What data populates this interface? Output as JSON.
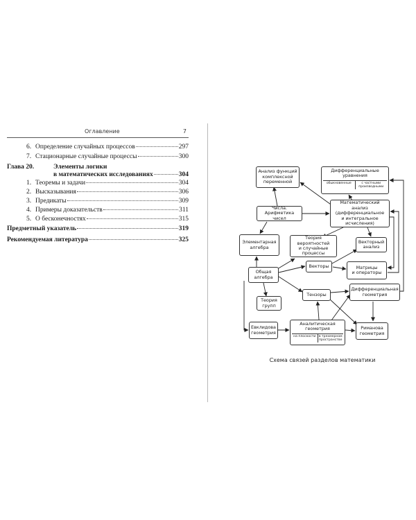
{
  "header": {
    "title": "Оглавление",
    "page": "7"
  },
  "toc": {
    "items": [
      {
        "num": "6.",
        "text": "Определение случайных процессов",
        "page": "297"
      },
      {
        "num": "7.",
        "text": "Стационарные случайные процессы",
        "page": "300"
      }
    ],
    "chapter": {
      "label": "Глава 20.",
      "title_line1": "Элементы логики",
      "title_line2": "в математических исследованиях",
      "page": "304",
      "items": [
        {
          "num": "1.",
          "text": "Теоремы и задачи",
          "page": "304"
        },
        {
          "num": "2.",
          "text": "Высказывания",
          "page": "306"
        },
        {
          "num": "3.",
          "text": "Предикаты",
          "page": "309"
        },
        {
          "num": "4.",
          "text": "Примеры доказательств",
          "page": "311"
        },
        {
          "num": "5.",
          "text": "О бесконечностях",
          "page": "315"
        }
      ]
    },
    "subject_index": {
      "text": "Предметный указатель",
      "page": "319"
    },
    "literature": {
      "text": "Рекомендуемая литература",
      "page": "325"
    }
  },
  "diagram": {
    "caption": "Схема связей разделов математики",
    "nodes": {
      "complex": "Анализ функций\nкомплексной\nпеременной",
      "diffeq": "Дифференциальные\nуравнения",
      "diffeq_ordinary": "обыкновенные",
      "diffeq_partial": "с частными\nпроизводными",
      "numbers": "Числа.\nАрифметика чисел",
      "analysis": "Математический анализ\n(дифференциальное\nи интегральное\nисчисления)",
      "elem_algebra": "Элементарная\nалгебра",
      "probability": "Теория вероятностей\nи случайные\nпроцессы",
      "vector_analysis": "Векторный\nанализ",
      "general_algebra": "Общая\nалгебра",
      "vectors": "Векторы",
      "matrices": "Матрицы\nи операторы",
      "groups": "Теория\nгрупп",
      "tensors": "Тензоры",
      "diff_geometry": "Дифференциальная\nгеометрия",
      "euclid": "Евклидова\nгеометрия",
      "analytic": "Аналитическая\nгеометрия",
      "analytic_plane": "на плоскости",
      "analytic_space": "в трехмерном\nпространстве",
      "riemann": "Риманова\nгеометрия"
    }
  }
}
